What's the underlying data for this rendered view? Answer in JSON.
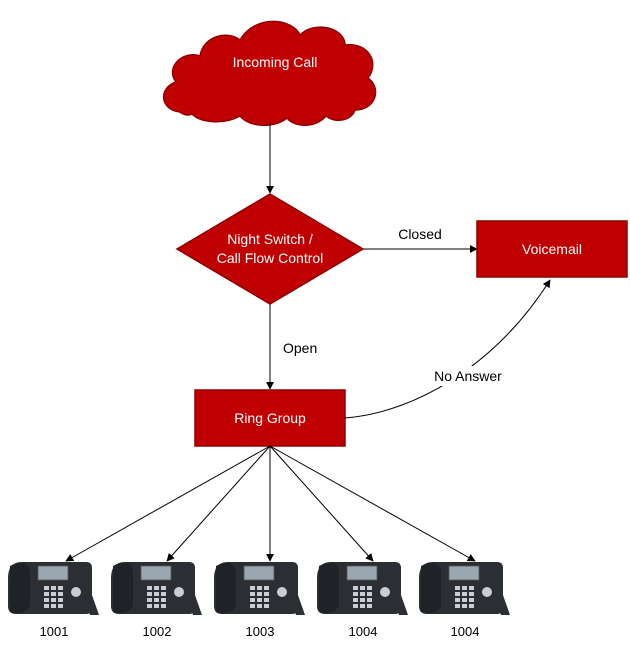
{
  "colors": {
    "node_fill": "#C00000",
    "node_stroke": "#8E0000",
    "edge": "#000000",
    "phone_body": "#2B2F33",
    "phone_screen": "#9AA7B1"
  },
  "nodes": {
    "incoming": {
      "label": "Incoming Call"
    },
    "switch": {
      "line1": "Night Switch /",
      "line2": "Call Flow Control"
    },
    "voicemail": {
      "label": "Voicemail"
    },
    "ringgroup": {
      "label": "Ring Group"
    }
  },
  "edges": {
    "closed": "Closed",
    "open": "Open",
    "no_answer": "No Answer"
  },
  "phones": [
    {
      "ext": "1001"
    },
    {
      "ext": "1002"
    },
    {
      "ext": "1003"
    },
    {
      "ext": "1004"
    },
    {
      "ext": "1004"
    }
  ]
}
